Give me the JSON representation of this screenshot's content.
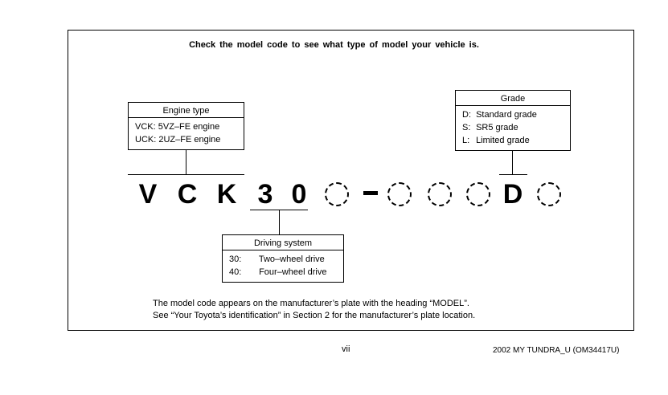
{
  "heading": "Check the model code to see what type of model your vehicle is.",
  "engine": {
    "title": "Engine type",
    "rows": [
      {
        "code": "VCK:",
        "desc": "5VZ–FE engine"
      },
      {
        "code": "UCK:",
        "desc": "2UZ–FE engine"
      }
    ]
  },
  "grade": {
    "title": "Grade",
    "rows": [
      {
        "code": "D:",
        "desc": "Standard grade"
      },
      {
        "code": "S:",
        "desc": "SR5 grade"
      },
      {
        "code": "L:",
        "desc": "Limited grade"
      }
    ]
  },
  "driving": {
    "title": "Driving system",
    "rows": [
      {
        "code": "30:",
        "desc": "Two–wheel drive"
      },
      {
        "code": "40:",
        "desc": "Four–wheel drive"
      }
    ]
  },
  "model_code": {
    "letters": [
      "V",
      "C",
      "K",
      "3",
      "0"
    ],
    "hyphen": "–",
    "grade_letter": "D"
  },
  "note": {
    "line1": "The model code appears on the manufacturer’s plate with the heading “MODEL”.",
    "line2": "See “Your Toyota’s identification” in Section 2 for the manufacturer’s plate location."
  },
  "footer": {
    "page": "vii",
    "doc_code": "2002 MY TUNDRA_U (OM34417U)"
  }
}
